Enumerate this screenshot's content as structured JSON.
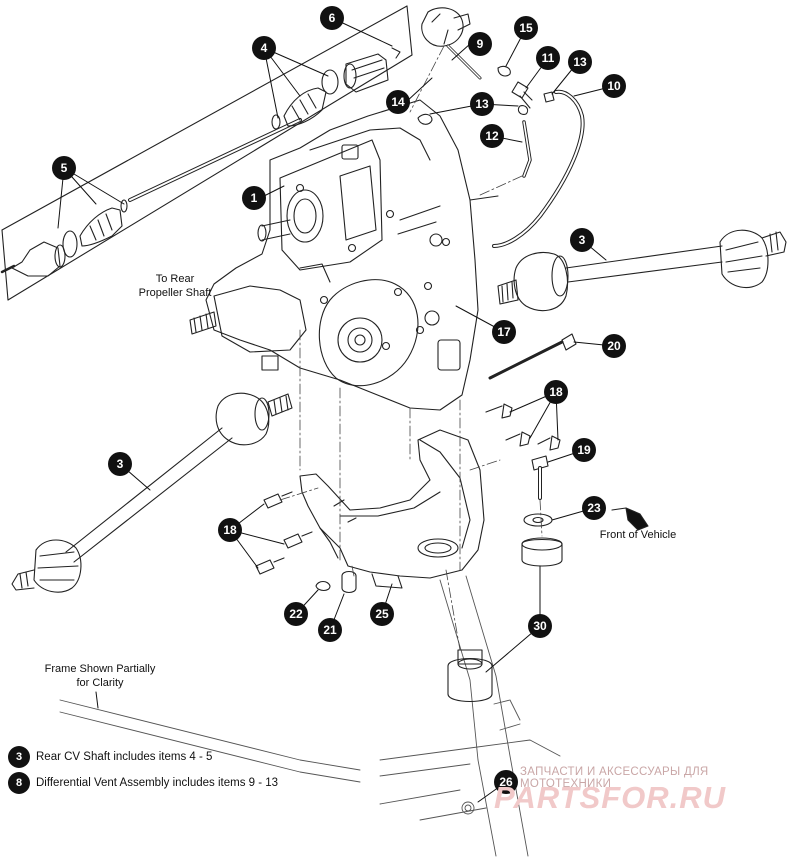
{
  "callouts": [
    {
      "id": "c1",
      "num": "1"
    },
    {
      "id": "c3a",
      "num": "3"
    },
    {
      "id": "c3b",
      "num": "3"
    },
    {
      "id": "c4",
      "num": "4"
    },
    {
      "id": "c5",
      "num": "5"
    },
    {
      "id": "c6",
      "num": "6"
    },
    {
      "id": "c9",
      "num": "9"
    },
    {
      "id": "c10",
      "num": "10"
    },
    {
      "id": "c11",
      "num": "11"
    },
    {
      "id": "c12",
      "num": "12"
    },
    {
      "id": "c13a",
      "num": "13"
    },
    {
      "id": "c13b",
      "num": "13"
    },
    {
      "id": "c14",
      "num": "14"
    },
    {
      "id": "c15",
      "num": "15"
    },
    {
      "id": "c17",
      "num": "17"
    },
    {
      "id": "c18a",
      "num": "18"
    },
    {
      "id": "c18b",
      "num": "18"
    },
    {
      "id": "c19",
      "num": "19"
    },
    {
      "id": "c20",
      "num": "20"
    },
    {
      "id": "c21",
      "num": "21"
    },
    {
      "id": "c22",
      "num": "22"
    },
    {
      "id": "c23",
      "num": "23"
    },
    {
      "id": "c25",
      "num": "25"
    },
    {
      "id": "c26",
      "num": "26"
    },
    {
      "id": "c30",
      "num": "30"
    }
  ],
  "notes": {
    "to_rear_line1": "To Rear",
    "to_rear_line2": "Propeller Shaft",
    "front_of_vehicle": "Front of Vehicle",
    "frame_line1": "Frame Shown Partially",
    "frame_line2": "for Clarity"
  },
  "legend": [
    {
      "num": "3",
      "text": "Rear CV Shaft includes items 4 - 5"
    },
    {
      "num": "8",
      "text": "Differential Vent Assembly includes items 9 - 13"
    }
  ],
  "watermark": {
    "top_text": "ЗАПЧАСТИ И АКСЕССУАРЫ ДЛЯ МОТОТЕХНИКИ",
    "logo_text": "PARTSFOR.RU"
  }
}
